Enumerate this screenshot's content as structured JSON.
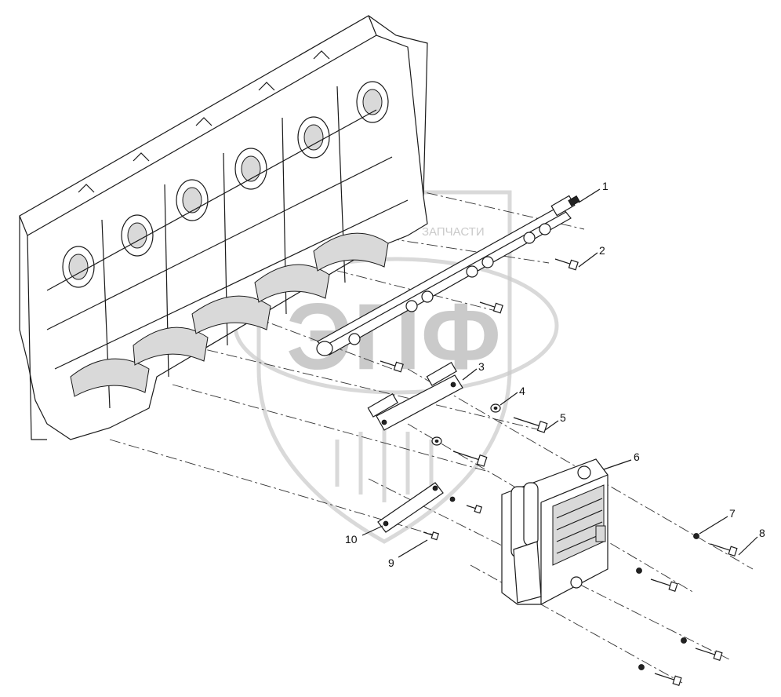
{
  "watermark": {
    "brand": "ЭПФ",
    "caption": "ЗАПЧАСТИ"
  },
  "callouts": [
    "1",
    "2",
    "3",
    "4",
    "5",
    "6",
    "7",
    "8",
    "9",
    "10"
  ],
  "colors": {
    "line": "#1a1a1a",
    "watermark": "#c9c9c9",
    "background": "#ffffff"
  }
}
